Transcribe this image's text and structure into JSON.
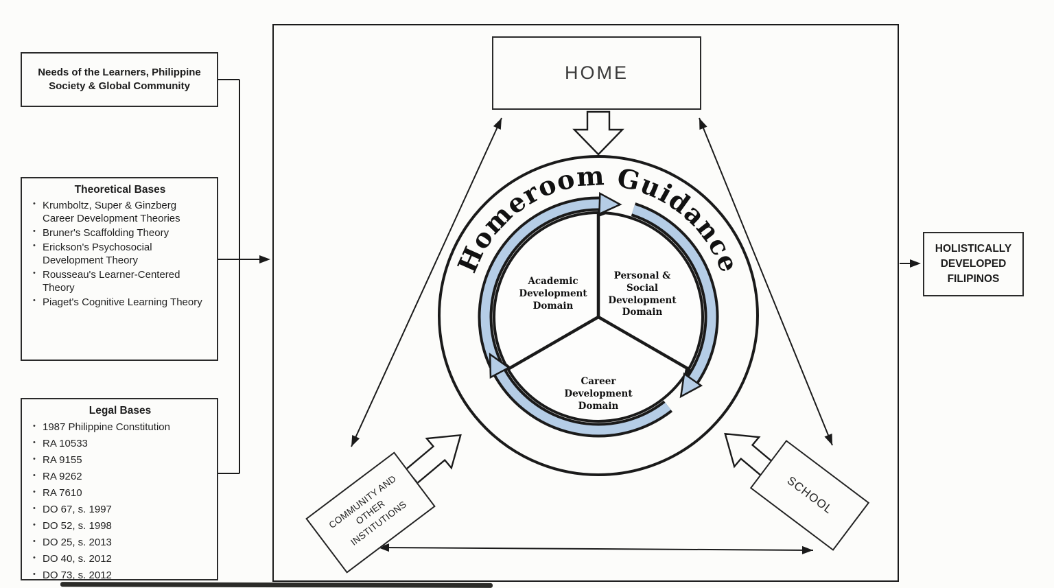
{
  "left_panel": {
    "needs_box": {
      "text": "Needs of the Learners, Philippine Society & Global Community"
    },
    "theoretical_box": {
      "title": "Theoretical Bases",
      "items": [
        "Krumboltz, Super & Ginzberg Career Development Theories",
        "Bruner's Scaffolding Theory",
        "Erickson's Psychosocial Development Theory",
        "Rousseau's Learner-Centered Theory",
        "Piaget's Cognitive Learning Theory"
      ]
    },
    "legal_box": {
      "title": "Legal Bases",
      "items": [
        "1987 Philippine Constitution",
        "RA 10533",
        "RA 9155",
        "RA 9262",
        "RA 7610",
        "DO 67, s. 1997",
        "DO 52, s. 1998",
        "DO 25, s. 2013",
        "DO 40, s. 2012",
        "DO 73, s. 2012"
      ]
    }
  },
  "diagram": {
    "home_label": "HOME",
    "curved_title": "Homeroom Guidance",
    "domains": {
      "academic": "Academic Development Domain",
      "personal_social": "Personal & Social Development Domain",
      "career": "Career Development Domain"
    },
    "community_label": "COMMUNITY AND OTHER INSTITUTIONS",
    "school_label": "SCHOOL"
  },
  "output_box": {
    "text": "HOLISTICALLY DEVELOPED FILIPINOS"
  },
  "colors": {
    "ring_fill": "#b5cde6",
    "line": "#1a1a1a"
  }
}
